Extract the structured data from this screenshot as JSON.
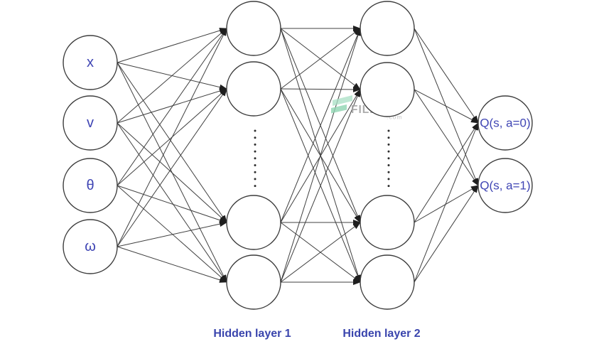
{
  "diagram": {
    "input_layer": {
      "nodes": [
        {
          "label": "x"
        },
        {
          "label": "v"
        },
        {
          "label": "θ"
        },
        {
          "label": "ω"
        }
      ]
    },
    "hidden_layer_1": {
      "caption": "Hidden layer 1",
      "visible_nodes": 4,
      "ellipsis": "⋮"
    },
    "hidden_layer_2": {
      "caption": "Hidden layer 2",
      "visible_nodes": 4,
      "ellipsis": "⋮"
    },
    "output_layer": {
      "nodes": [
        {
          "label": "Q(s, a=0)"
        },
        {
          "label": "Q(s, a=1)"
        }
      ]
    },
    "colors": {
      "node_label": "#3f45b4",
      "layer_caption": "#3a45ad",
      "edge": "#404040",
      "node_stroke": "#3c3c3c"
    }
  },
  "watermark": {
    "brand": "FILECR",
    "suffix": ".com",
    "colors": {
      "text": "#9e9e9e",
      "suffix": "#c8c8c8",
      "logo": "#9fd9ba"
    }
  }
}
